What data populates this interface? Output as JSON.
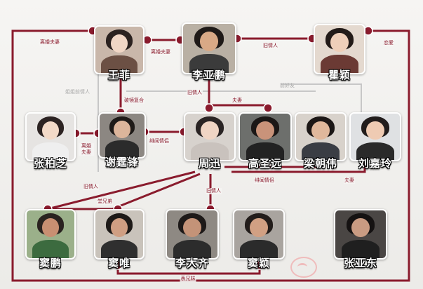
{
  "people": {
    "wang_fei": {
      "name": "王菲",
      "colors": {
        "bg": "#c9b7aa",
        "hair": "#2b2220",
        "face": "#f1d7c6",
        "body": "#6c5044"
      }
    },
    "li_yapeng": {
      "name": "李亚鹏",
      "colors": {
        "bg": "#b9b0a4",
        "hair": "#1f1a18",
        "face": "#d9a986",
        "body": "#3b3b3b"
      }
    },
    "zhai_ying": {
      "name": "瞿颖",
      "colors": {
        "bg": "#e4d9cf",
        "hair": "#231b18",
        "face": "#efcfb9",
        "body": "#6b3a34"
      }
    },
    "zhang_baizhi": {
      "name": "张柏芝",
      "colors": {
        "bg": "#e6e4e2",
        "hair": "#2c2322",
        "face": "#f3dac8",
        "body": "#efefef"
      }
    },
    "xie_tingfeng": {
      "name": "谢霆锋",
      "colors": {
        "bg": "#8c8782",
        "hair": "#1e1a18",
        "face": "#dcb59b",
        "body": "#2b2b2b"
      }
    },
    "zhou_xun": {
      "name": "周迅",
      "colors": {
        "bg": "#d7d2cd",
        "hair": "#2a2424",
        "face": "#f0d5c4",
        "body": "#c9c2bd"
      }
    },
    "gao_shengyuan": {
      "name": "高圣远",
      "colors": {
        "bg": "#6d6f6c",
        "hair": "#1b1716",
        "face": "#c9937a",
        "body": "#222222"
      }
    },
    "liang_chaowei": {
      "name": "梁朝伟",
      "colors": {
        "bg": "#d8d2cb",
        "hair": "#1c1716",
        "face": "#e0b89c",
        "body": "#3a3d44"
      }
    },
    "liu_jialing": {
      "name": "刘嘉玲",
      "colors": {
        "bg": "#dfe1e3",
        "hair": "#221d1c",
        "face": "#efcbb3",
        "body": "#2a2a2a"
      }
    },
    "dou_peng": {
      "name": "窦鹏",
      "colors": {
        "bg": "#9bb08a",
        "hair": "#2a2320",
        "face": "#c88f72",
        "body": "#3c6b3f"
      }
    },
    "dou_wei": {
      "name": "窦唯",
      "colors": {
        "bg": "#c9c3bb",
        "hair": "#1e1a18",
        "face": "#cf9e82",
        "body": "#2f2f2f"
      }
    },
    "li_daqi": {
      "name": "李大齐",
      "colors": {
        "bg": "#8e8983",
        "hair": "#1d1918",
        "face": "#c49378",
        "body": "#2c2c2c"
      }
    },
    "dou_ying": {
      "name": "窦颖",
      "colors": {
        "bg": "#a9a49f",
        "hair": "#231d1b",
        "face": "#d1a083",
        "body": "#2b2b2b"
      }
    },
    "zhang_yadong": {
      "name": "张亚东",
      "colors": {
        "bg": "#4a4644",
        "hair": "#151212",
        "face": "#c99b82",
        "body": "#1f1f1f"
      }
    }
  },
  "relations": {
    "divorced_spouse_left": "离婚夫妻",
    "divorced_spouse_top": "离婚夫妻",
    "ex_lover_top": "旧情人",
    "romance": "恋爱",
    "faded_left": "姐姐前情人",
    "faded_right": "前好友",
    "rekindled": "破镜复合",
    "ex_lover_mid": "旧情人",
    "spouse_top": "夫妻",
    "divorced_spouse_zbz": "离婚夫妻",
    "rumored_lovers_a": "绯闻情侣",
    "ex_lover_left": "旧情人",
    "ex_lover_mid2": "旧情人",
    "rumored_lovers_b": "绯闻情侣",
    "spouse_bottom": "夫妻",
    "cousins": "堂兄弟",
    "relatives": "表兄妹"
  },
  "colors": {
    "line": "#8a1b2d",
    "line_faded": "#c7c7c7",
    "dot": "#8a1b2d",
    "label": "#8a1b2d"
  }
}
